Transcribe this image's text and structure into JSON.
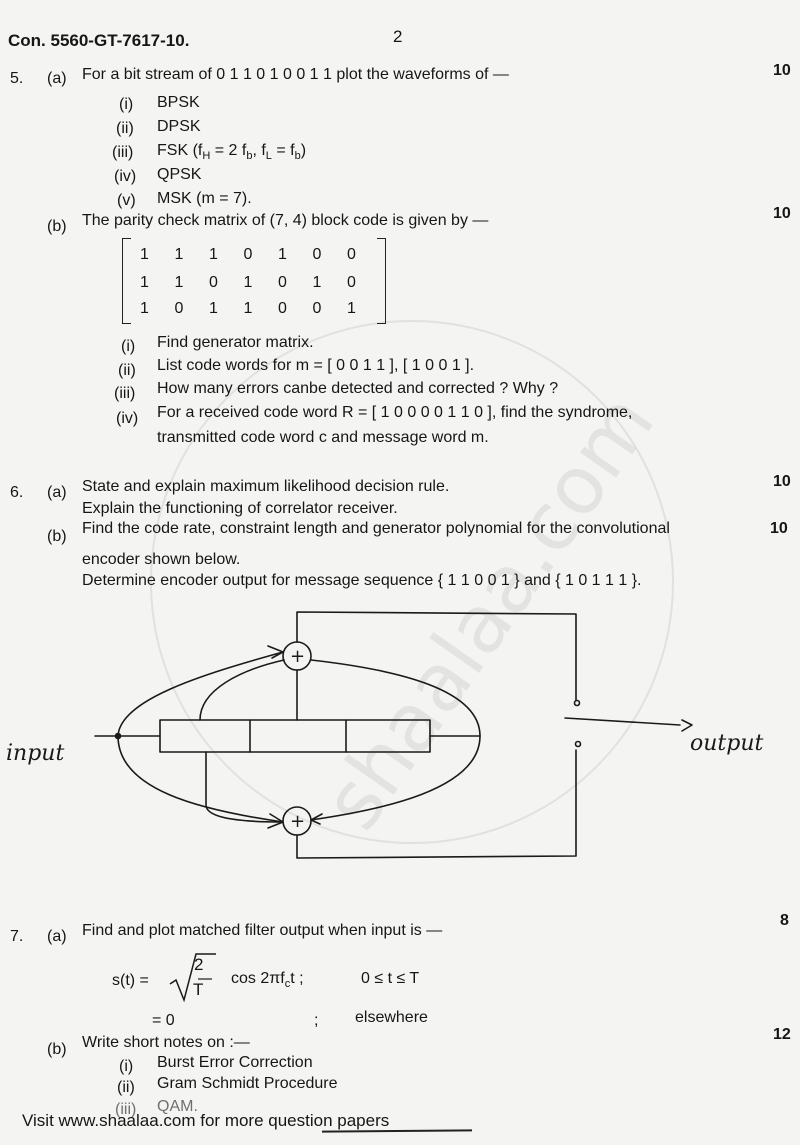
{
  "header": {
    "code": "Con. 5560-GT-7617-10.",
    "page": "2"
  },
  "q5": {
    "no": "5.",
    "a": {
      "label": "(a)",
      "text": "For a bit stream of  0 1 1 0 1 0 0 1 1  plot the waveforms of —",
      "marks": "10",
      "items": [
        {
          "num": "(i)",
          "text": "BPSK"
        },
        {
          "num": "(ii)",
          "text": "DPSK"
        },
        {
          "num": "(iii)",
          "text": "FSK (f",
          "sub1": "H",
          "mid": " = 2 f",
          "sub2": "b",
          "mid2": ", f",
          "sub3": "L",
          "mid3": " = f",
          "sub4": "b",
          "end": ")"
        },
        {
          "num": "(iv)",
          "text": "QPSK"
        },
        {
          "num": "(v)",
          "text": "MSK (m = 7)."
        }
      ]
    },
    "b": {
      "label": "(b)",
      "text": "The parity check matrix of (7, 4) block code is given by —",
      "marks": "10",
      "matrix": [
        [
          "1",
          "1",
          "1",
          "0",
          "1",
          "0",
          "0"
        ],
        [
          "1",
          "1",
          "0",
          "1",
          "0",
          "1",
          "0"
        ],
        [
          "1",
          "0",
          "1",
          "1",
          "0",
          "0",
          "1"
        ]
      ],
      "items": [
        {
          "num": "(i)",
          "text": "Find generator matrix."
        },
        {
          "num": "(ii)",
          "text": "List code words for m = [ 0 0 1 1 ], [ 1 0 0 1 ]."
        },
        {
          "num": "(iii)",
          "text": "How many errors canbe detected and corrected ?  Why ?"
        },
        {
          "num": "(iv)",
          "text": "For a received code word R = [ 1 0 0 0 0 1 1 0 ], find the syndrome,",
          "text2": "transmitted code word c and message word m."
        }
      ]
    }
  },
  "q6": {
    "no": "6.",
    "a": {
      "label": "(a)",
      "text": "State and explain maximum likelihood decision rule.",
      "text2": "Explain the functioning of correlator receiver.",
      "marks": "10"
    },
    "b": {
      "label": "(b)",
      "text": "Find the code rate, constraint length and generator polynomial for the convolutional",
      "text2": "encoder shown below.",
      "text3": "Determine encoder output for message sequence { 1 1 0 0 1 } and { 1 0 1 1 1 }.",
      "marks": "10"
    },
    "diagram": {
      "input_label": "input",
      "output_label": "output",
      "adder_symbol": "+"
    }
  },
  "q7": {
    "no": "7.",
    "a": {
      "label": "(a)",
      "text": "Find and plot matched filter output when input is —",
      "marks": "8",
      "eq1_lhs": "s(t) =",
      "eq1_num": "2",
      "eq1_den": "T",
      "eq1_rhs": "cos 2πf",
      "eq1_sub": "c",
      "eq1_t": "t ;",
      "eq1_cond": "0 ≤ t ≤ T",
      "eq2_lhs": "= 0",
      "eq2_semi": ";",
      "eq2_cond": "elsewhere"
    },
    "b": {
      "label": "(b)",
      "text": "Write short notes on :—",
      "marks": "12",
      "items": [
        {
          "num": "(i)",
          "text": "Burst Error Correction"
        },
        {
          "num": "(ii)",
          "text": "Gram Schmidt Procedure"
        },
        {
          "num": "(iii)",
          "text": "QAM."
        }
      ]
    }
  },
  "footer": {
    "text": "Visit www.shaalaa.com for more question papers"
  },
  "watermark": {
    "text": "shaalaa.com"
  }
}
